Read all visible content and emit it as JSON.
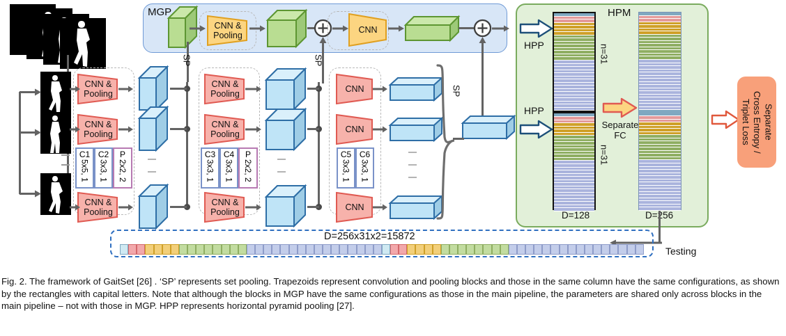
{
  "figure": {
    "id": "fig-2-gaitset-framework",
    "caption": "Fig. 2. The framework of GaitSet [26] . ‘SP’ represents set pooling. Trapezoids represent convolution and pooling blocks and those in the same column have the same configurations, as shown by the rectangles with capital letters. Note that although the blocks in MGP have the same configurations as those in the main pipeline, the parameters are shared only across blocks in the main pipeline – not with those in MGP. HPP represents horizontal pyramid pooling [27]."
  },
  "panels": {
    "mgp_label": "MGP",
    "hpm_label": "HPM"
  },
  "stage_labels": {
    "cnn_pooling": "CNN &\nPooling",
    "cnn_pooling_line1": "CNN &",
    "cnn_pooling_line2": "Pooling",
    "cnn": "CNN",
    "sp": "SP",
    "hpp": "HPP",
    "separate_fc_line1": "Separate",
    "separate_fc_line2": "FC",
    "testing": "Testing",
    "n_equals_31": "n=31",
    "d_128": "D=128",
    "d_256": "D=256",
    "vector_dim": "D=256x31x2=15872",
    "loss": "Separate\nCross Entropy /\nTriplet Loss",
    "loss_line1": "Separate",
    "loss_line2": "Cross Entropy /",
    "loss_line3": "Triplet Loss"
  },
  "configs": [
    {
      "group": "stage-1",
      "cells": [
        {
          "name": "C1",
          "value": "5x5, 1",
          "kind": "conv"
        },
        {
          "name": "C2",
          "value": "3x3, 1",
          "kind": "conv"
        },
        {
          "name": "P",
          "value": "2x2, 2",
          "kind": "pool"
        }
      ]
    },
    {
      "group": "stage-2",
      "cells": [
        {
          "name": "C3",
          "value": "3x3, 1",
          "kind": "conv"
        },
        {
          "name": "C4",
          "value": "3x3, 1",
          "kind": "conv"
        },
        {
          "name": "P",
          "value": "2x2, 2",
          "kind": "pool"
        }
      ]
    },
    {
      "group": "stage-3",
      "cells": [
        {
          "name": "C5",
          "value": "3x3, 1",
          "kind": "conv"
        },
        {
          "name": "C6",
          "value": "3x3, 1",
          "kind": "conv"
        }
      ]
    }
  ],
  "hpm": {
    "pyramid_scales": [
      1,
      2,
      4,
      8,
      16
    ],
    "total_strips_per_half": 31,
    "halves": 2,
    "left_column_dim": "D=128",
    "right_column_dim": "D=256",
    "band_colors": {
      "scale1": "#7fa8c0",
      "scale2": "#e49a9a",
      "scale4": "#cfa028",
      "scale8": "#8fae62",
      "scale16": "#aab4dd"
    }
  },
  "colors": {
    "mgp_panel_fill": "#d8e6f7",
    "mgp_panel_stroke": "#6f9ad6",
    "hpm_panel_fill": "#e2f0d9",
    "hpm_panel_stroke": "#7aab5e",
    "cnn_red_fill": "#f7b2ab",
    "cnn_red_stroke": "#e05a52",
    "cnn_yellow_fill": "#fcd581",
    "cnn_yellow_stroke": "#e0a020",
    "cuboid_blue_face": "#bfe4f7",
    "cuboid_blue_stroke": "#2e6ea6",
    "cuboid_green_face": "#b9dd92",
    "cuboid_green_stroke": "#5d9632",
    "loss_fill": "#f8a07a",
    "loss_stroke": "#e0583c",
    "arrow_gray": "#636363",
    "hpp_arrow_stroke": "#1d4f79",
    "fc_arrow_fill": "#fcd581",
    "fc_arrow_stroke": "#e05a52",
    "vector_box_stroke": "#2f6fc0"
  },
  "vector_strip": {
    "repeat_pattern": [
      1,
      2,
      4,
      8,
      16
    ],
    "repeats": 2,
    "total_cells": 62
  }
}
